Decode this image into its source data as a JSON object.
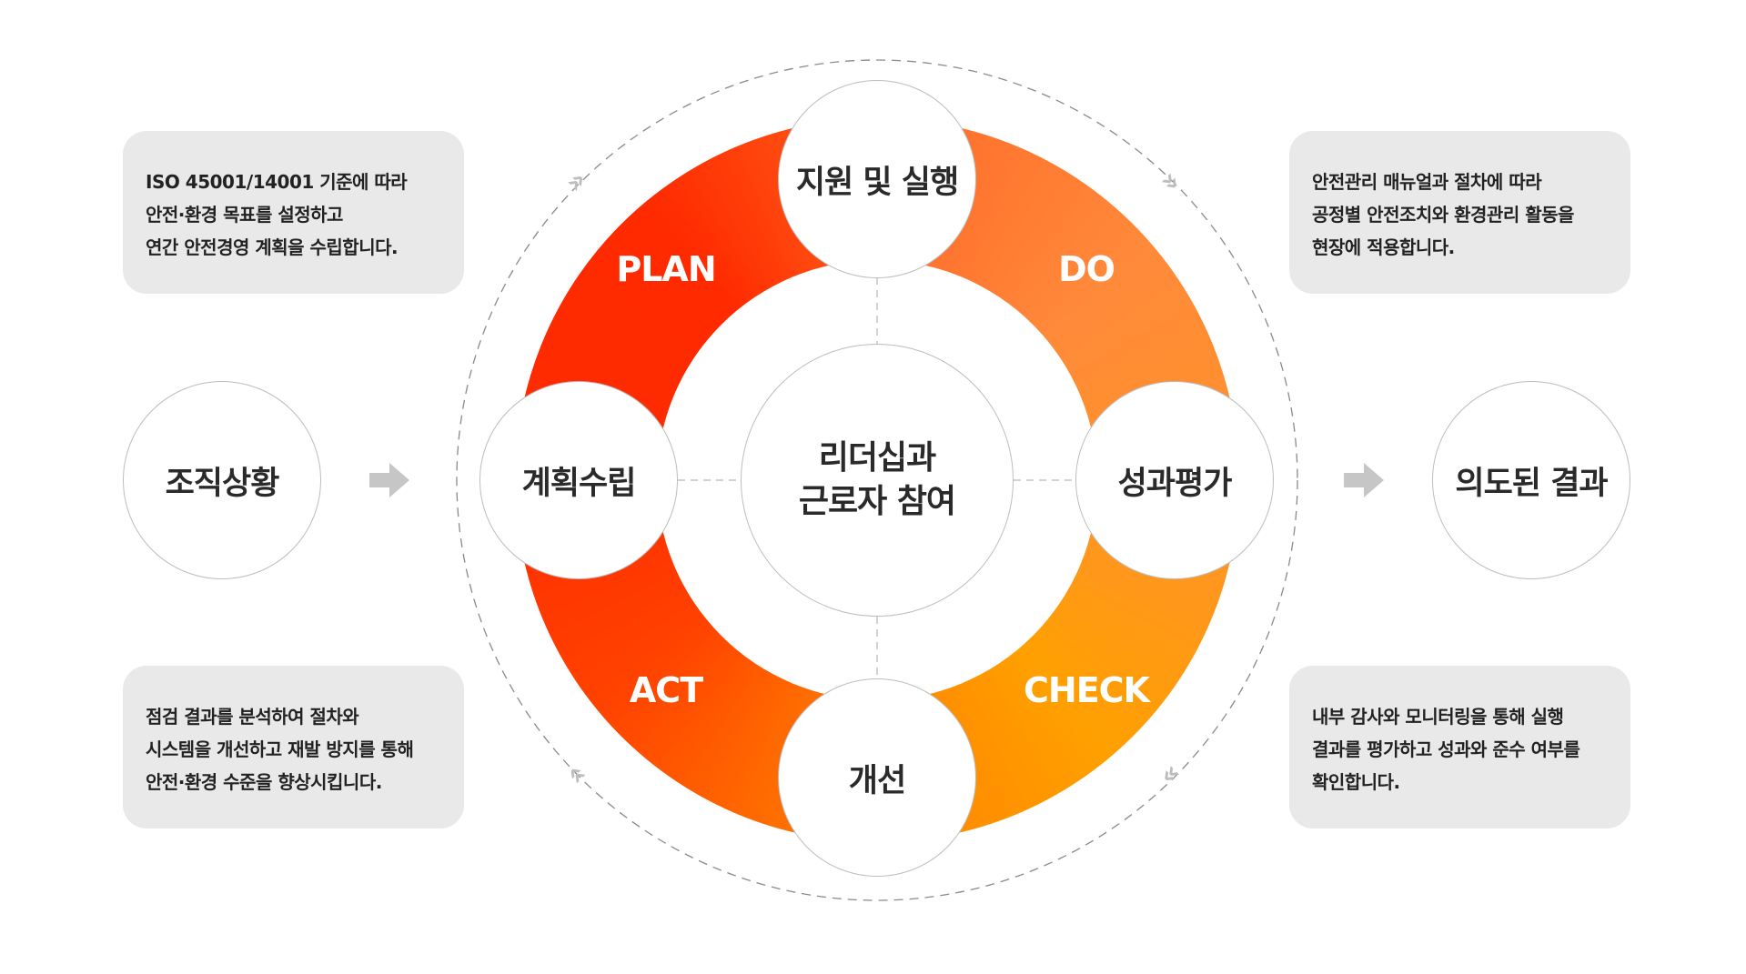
{
  "center": {
    "line1": "리더십과",
    "line2": "근로자 참여"
  },
  "nodes": {
    "top": "지원 및 실행",
    "left": "계획수립",
    "right": "성과평가",
    "bottom": "개선"
  },
  "phases": {
    "plan": "PLAN",
    "do": "DO",
    "check": "CHECK",
    "act": "ACT"
  },
  "input": "조직상황",
  "output": "의도된 결과",
  "descriptions": {
    "plan": [
      "ISO 45001/14001 기준에 따라",
      "안전·환경 목표를 설정하고",
      "연간 안전경영 계획을 수립합니다."
    ],
    "do": [
      "안전관리 매뉴얼과 절차에 따라",
      "공정별 안전조치와 환경관리 활동을",
      "현장에 적용합니다."
    ],
    "act": [
      "점검 결과를 분석하여 절차와",
      "시스템을 개선하고 재발 방지를 통해",
      "안전·환경 수준을 향상시킵니다."
    ],
    "check": [
      "내부 감사와 모니터링을 통해 실행",
      "결과를 평가하고 성과와 준수 여부를",
      "확인합니다."
    ]
  },
  "colors": {
    "red": "#ff2a00",
    "orange": "#ff8a3a",
    "amber": "#ffa000",
    "box": "#e9e9e9",
    "line": "#bdbdbd"
  },
  "icons": {
    "flow_arrow": "arrow-right-icon",
    "cycle_arrow": "double-chevron-icon"
  }
}
